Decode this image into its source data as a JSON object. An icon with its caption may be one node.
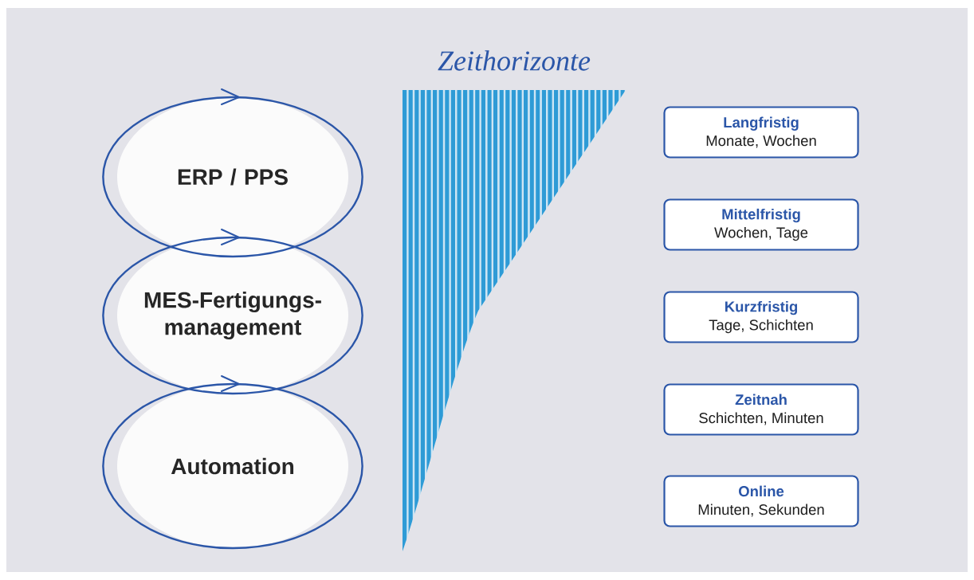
{
  "diagram": {
    "title": "Zeithorizonte",
    "nodes": [
      {
        "text": [
          "ERP / PPS"
        ]
      },
      {
        "text": [
          "MES-Fertigungs- management"
        ]
      },
      {
        "text": [
          "Automation"
        ]
      },
      {
        "text": [
          "Langfristig",
          "Monate, Wochen"
        ]
      },
      {
        "text": [
          "Mittelfristig",
          "Wochen, Tage"
        ]
      },
      {
        "text": [
          "Kurzfristig",
          "Tage, Schichten"
        ]
      },
      {
        "text": [
          "Zeitnah",
          "Schichten, Minuten"
        ]
      },
      {
        "text": [
          "Online",
          "Minuten, Sekunden"
        ]
      }
    ]
  }
}
